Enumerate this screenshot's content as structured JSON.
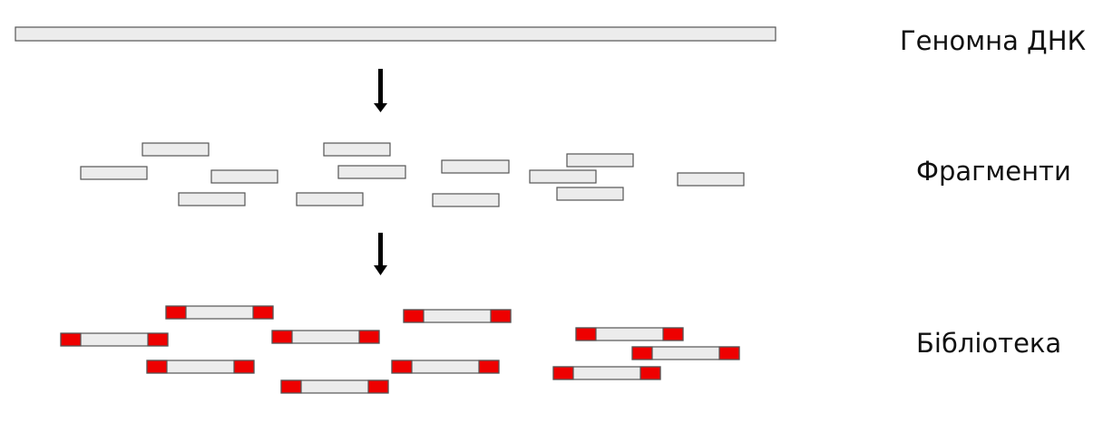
{
  "stages": {
    "genome": {
      "label": "Геномна ДНК"
    },
    "fragments": {
      "label": "Фрагменти"
    },
    "library": {
      "label": "Бібліотека"
    }
  },
  "colors": {
    "fragment_fill": "#ececec",
    "outline": "#555555",
    "adapter": "#ee0000",
    "arrow": "#000000"
  }
}
